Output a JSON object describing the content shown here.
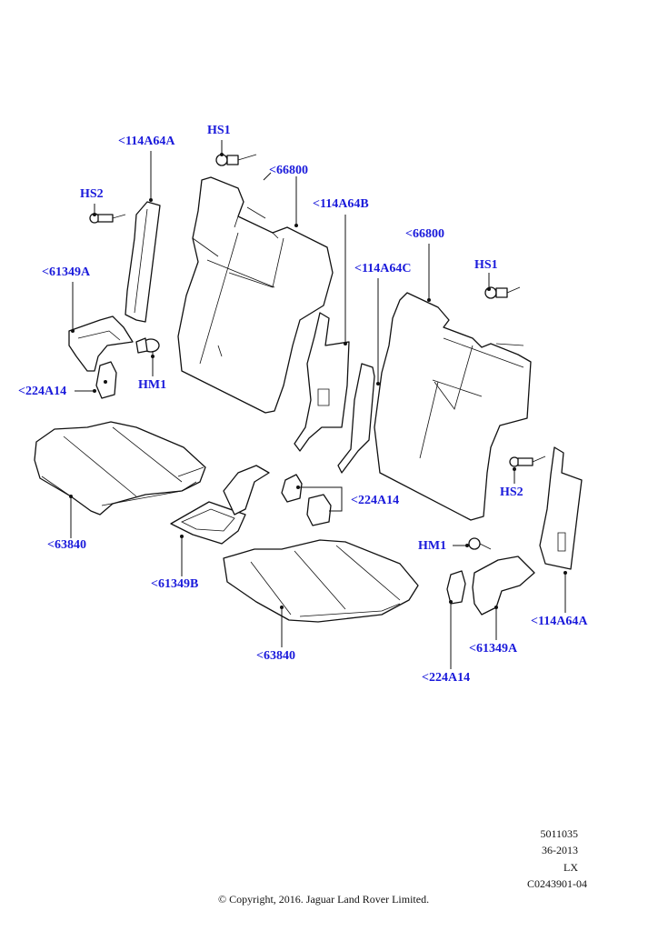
{
  "callouts": {
    "hs1_top": "HS1",
    "c114a64a_top": "<114A64A",
    "c66800_left": "<66800",
    "c114a64b": "<114A64B",
    "hs2_left": "HS2",
    "c66800_right": "<66800",
    "c114a64c": "<114A64C",
    "hs1_right": "HS1",
    "c61349a_left": "<61349A",
    "hm1_left": "HM1",
    "c224a14_left": "<224A14",
    "c224a14_mid": "<224A14",
    "hs2_right": "HS2",
    "c63840_left": "<63840",
    "hm1_right": "HM1",
    "c61349b": "<61349B",
    "c114a64a_right": "<114A64A",
    "c61349a_right": "<61349A",
    "c63840_mid": "<63840",
    "c224a14_bottom": "<224A14"
  },
  "reference": {
    "code": "5011035",
    "date": "36-2013",
    "model": "LX",
    "illustration": "C0243901-04"
  },
  "copyright": "© Copyright, 2016. Jaguar Land Rover Limited.",
  "colors": {
    "callout": "#1a1adb",
    "line": "#111111",
    "background": "#ffffff"
  }
}
